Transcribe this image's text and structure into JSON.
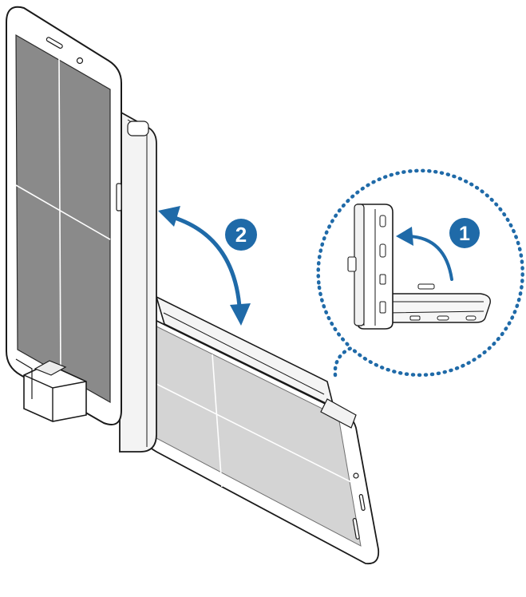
{
  "steps": [
    {
      "number": "1"
    },
    {
      "number": "2"
    }
  ],
  "colors": {
    "accent_blue": "#1f6aa8",
    "outline": "#1a1a1a",
    "screen_gray": "#8c8c8c",
    "screen_gray_faded": "#cfcfcf",
    "device_white": "#ffffff",
    "background": "#ffffff"
  },
  "illustration": {
    "device_upright": "phone-in-dock",
    "device_folded": "phone-folded-down",
    "detail_callout": "hinge-rotation-detail",
    "arrow_motion": "fold-and-unfold"
  }
}
